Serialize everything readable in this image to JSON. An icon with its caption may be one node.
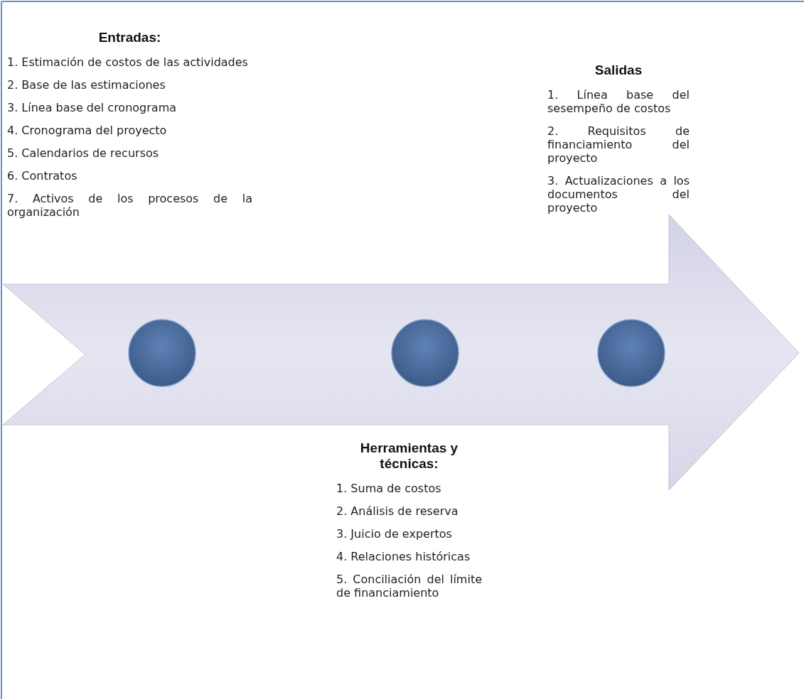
{
  "diagram": {
    "nodes": [
      {
        "text": [],
        "shape": "arrow"
      },
      {
        "text": [],
        "shape": "circle",
        "in": 0
      },
      {
        "text": [],
        "shape": "circle",
        "in": 0
      },
      {
        "text": [],
        "shape": "circle",
        "in": 0
      }
    ],
    "labels": [
      "Entradas:",
      "1. Estimación de costos de las actividades",
      "2. Base de las estimaciones",
      "3. Línea base del cronograma",
      "4. Cronograma del proyecto",
      "5. Calendarios de recursos",
      "6. Contratos",
      "7. Activos de los procesos de la organización",
      "Salidas",
      "1. Línea base del sesempeño de costos",
      "2. Requisitos de financiamiento del proyecto",
      "3. Actualizaciones a los documentos del proyecto",
      "Herramientas y técnicas:",
      "1. Suma de costos",
      "2. Análisis de reserva",
      "3. Juicio de expertos",
      "4. Relaciones históricas",
      "5. Conciliación del límite de financiamiento"
    ]
  }
}
